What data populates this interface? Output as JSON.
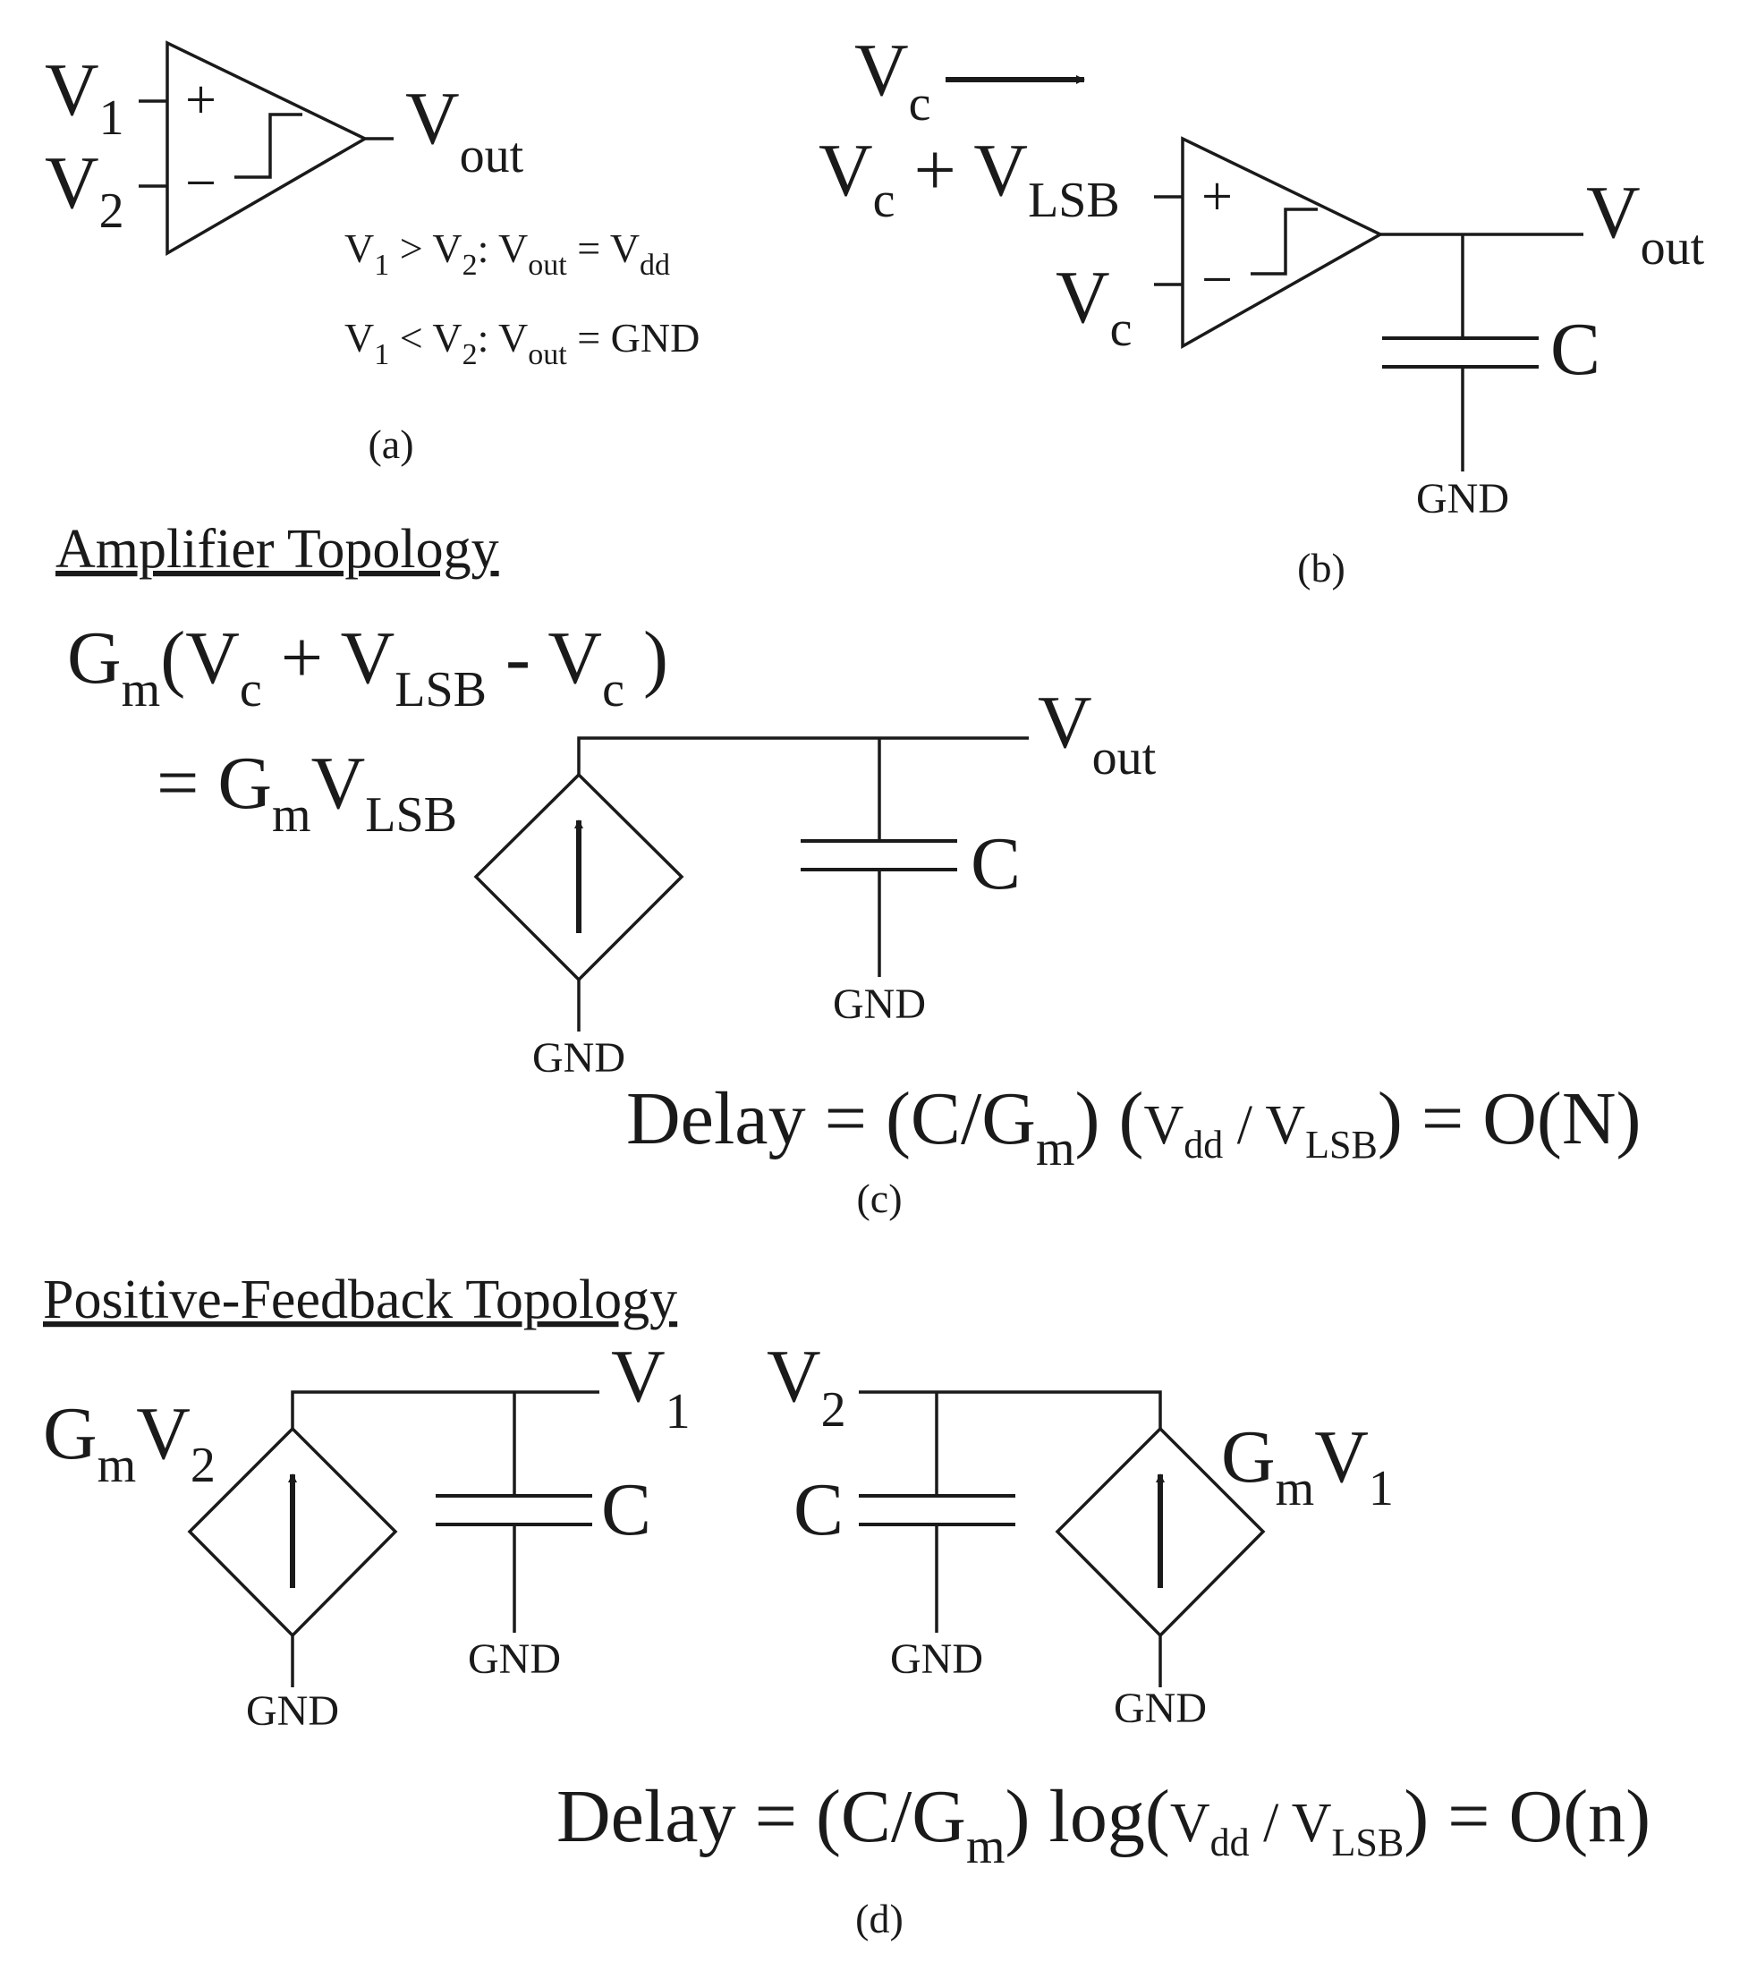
{
  "a": {
    "v1": "V",
    "v1_sub": "1",
    "v2": "V",
    "v2_sub": "2",
    "plus": "+",
    "minus": "−",
    "vout": "V",
    "vout_sub": "out",
    "rule1": {
      "p1": "V",
      "s1": "1",
      "op": " > V",
      "s2": "2",
      "p2": ": V",
      "s3": "out",
      "p3": " = V",
      "s4": "dd"
    },
    "rule2": {
      "p1": "V",
      "s1": "1",
      "op": " < V",
      "s2": "2",
      "p2": ": V",
      "s3": "out",
      "p3": " = GND"
    },
    "label": "(a)"
  },
  "b": {
    "vc_top": "V",
    "vc_top_sub": "c",
    "in_plus": "V",
    "in_plus_sub1": "c",
    "in_plus_mid": " + V",
    "in_plus_sub2": "LSB",
    "in_minus": "V",
    "in_minus_sub": "c",
    "plus": "+",
    "minus": "−",
    "vout": "V",
    "vout_sub": "out",
    "cap": "C",
    "gnd": "GND",
    "label": "(b)"
  },
  "c": {
    "heading": "Amplifier Topology",
    "eq1": {
      "p1": "G",
      "s1": "m",
      "p2": "(V",
      "s2": "c",
      "p3": " + V",
      "s3": "LSB",
      "p4": " - V",
      "s4": "c",
      "p5": " )"
    },
    "eq2": {
      "p1": "= G",
      "s1": "m",
      "p2": "V",
      "s2": "LSB"
    },
    "vout": "V",
    "vout_sub": "out",
    "cap": "C",
    "gnd_cap": "GND",
    "gnd_src": "GND",
    "delay": {
      "p1": "Delay = (C/G",
      "s1": "m",
      "p2": ") (",
      "p3": "V",
      "s3": "dd",
      "p4": " / V",
      "s4": "LSB",
      "p5": ") = O(N)"
    },
    "label": "(c)"
  },
  "d": {
    "heading": "Positive-Feedback Topology",
    "left_src": {
      "p1": "G",
      "s1": "m",
      "p2": "V",
      "s2": "2"
    },
    "v1": "V",
    "v1_sub": "1",
    "v2": "V",
    "v2_sub": "2",
    "right_src": {
      "p1": "G",
      "s1": "m",
      "p2": "V",
      "s2": "1"
    },
    "cap_left": "C",
    "cap_right": "C",
    "gnd_l_src": "GND",
    "gnd_l_cap": "GND",
    "gnd_r_cap": "GND",
    "gnd_r_src": "GND",
    "delay": {
      "p1": "Delay = (C/G",
      "s1": "m",
      "p2": ") log(",
      "p3": "V",
      "s3": "dd",
      "p4": " / V",
      "s4": "LSB",
      "p5": ") = O(n)"
    },
    "label": "(d)"
  }
}
